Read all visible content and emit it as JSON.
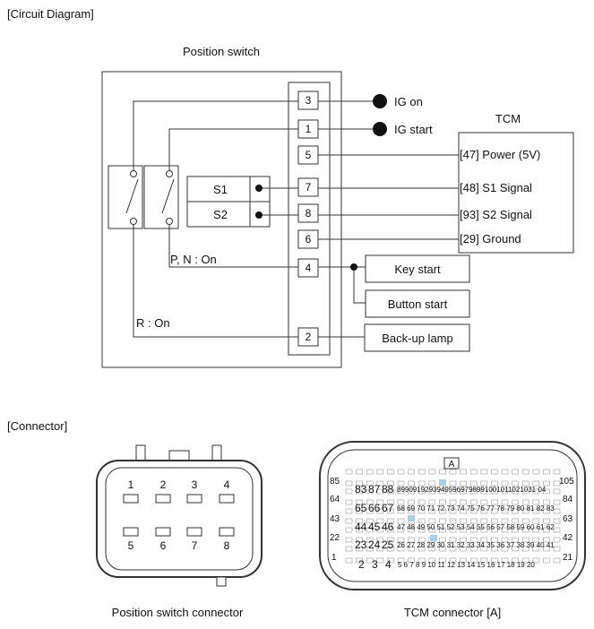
{
  "sections": {
    "circuit_title": "[Circuit Diagram]",
    "connector_title": "[Connector]"
  },
  "switch": {
    "title": "Position switch",
    "pins": [
      "3",
      "1",
      "5",
      "7",
      "8",
      "6",
      "4",
      "2"
    ],
    "s1": "S1",
    "s2": "S2",
    "pn_on": "P, N : On",
    "r_on": "R : On"
  },
  "outputs": {
    "ig_on": "IG on",
    "ig_start": "IG start",
    "key_start": "Key start",
    "button_start": "Button start",
    "backup_lamp": "Back-up lamp"
  },
  "tcm": {
    "title": "TCM",
    "signals": [
      "[47] Power (5V)",
      "[48] S1 Signal",
      "[93] S2 Signal",
      "[29] Ground"
    ]
  },
  "ps_connector": {
    "caption": "Position switch connector",
    "top_pins": [
      "1",
      "2",
      "3",
      "4"
    ],
    "bottom_pins": [
      "5",
      "6",
      "7",
      "8"
    ]
  },
  "tcm_connector": {
    "caption": "TCM connector [A]",
    "tag": "A",
    "side_left": [
      "85",
      "64",
      "43",
      "22",
      "1"
    ],
    "side_right": [
      "105",
      "84",
      "63",
      "42",
      "21"
    ],
    "row1_big": [
      "83",
      "87",
      "88"
    ],
    "row1_small": "89909192939495969798991001011021031 04",
    "row2_big": [
      "65",
      "66",
      "67"
    ],
    "row2_small": "68 69 70 71 72 73 74 75 76 77 78 79 80 81 82 83",
    "row3_big": [
      "44",
      "45",
      "46"
    ],
    "row3_small": "47 48 49 50 51 52 53 54 55 56 57 58 59 60 61 62",
    "row4_big": [
      "23",
      "24",
      "25"
    ],
    "row4_small": "26 27 28 29 30 31 32 33 34 35 36 37 38 39 40 41",
    "row5_big": [
      "2",
      "3",
      "4"
    ],
    "row5_small": "5 6 7 8 9 10 11 12 13 14 15 16 17 18 19 20",
    "highlight_color": "#a8d0e0"
  }
}
